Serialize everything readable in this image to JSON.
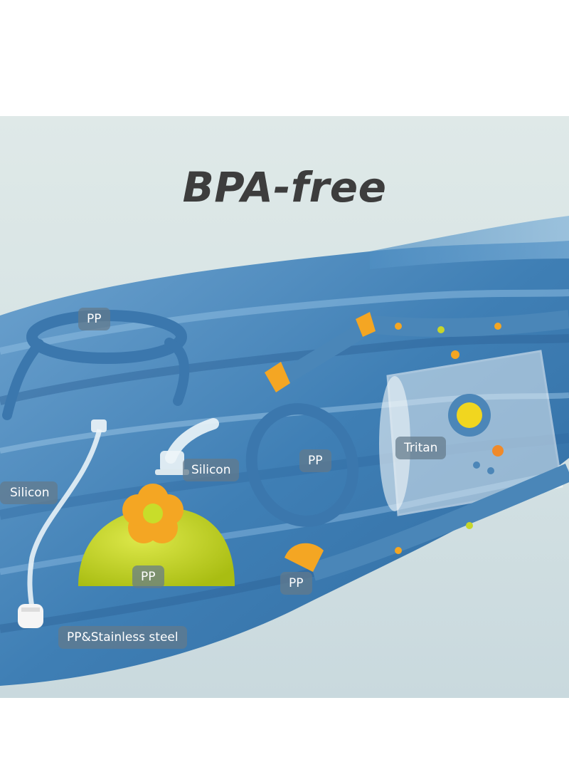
{
  "headline": "BPA-free",
  "colors": {
    "background": "#dce7e7",
    "water": "#3f7fb5",
    "part_blue": "#3b77ad",
    "spout_green": "#c9d81d",
    "flower_orange": "#f4a623",
    "tag_bg": "#647a8a"
  },
  "labels": {
    "handle_top": "PP",
    "straw_left": "Silicon",
    "valve_spout": "Silicon",
    "lid_base": "PP",
    "straw_weight": "PP&Stainless steel",
    "ring": "PP",
    "cup": "Tritan",
    "strap": "PP"
  }
}
